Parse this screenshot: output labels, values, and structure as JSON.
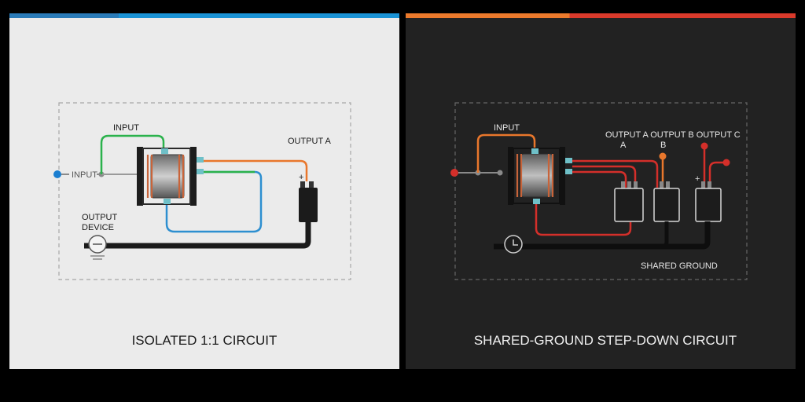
{
  "colors": {
    "left_bg": "#ebebeb",
    "right_bg": "#222222",
    "accent_left_a": "#2a7bb8",
    "accent_left_b": "#1a93d6",
    "accent_right_a": "#ec7a2c",
    "accent_right_b": "#d93a2b",
    "wire_green": "#2bb24c",
    "wire_blue": "#2d8fd0",
    "wire_orange": "#e9772c",
    "wire_red": "#d42f2a",
    "copper": "#c8643a"
  },
  "left_panel": {
    "caption": "ISOLATED 1:1 CIRCUIT",
    "labels": {
      "input_top": "INPUT",
      "input_side": "INPUT",
      "output_a": "OUTPUT A",
      "output_device_line1": "OUTPUT",
      "output_device_line2": "DEVICE",
      "plus": "+"
    }
  },
  "right_panel": {
    "caption": "SHARED-GROUND STEP-DOWN CIRCUIT",
    "labels": {
      "input": "INPUT",
      "outputs_line1": "OUTPUT A OUTPUT B OUTPUT C",
      "output_a_letter": "A",
      "output_b_letter": "B",
      "plus": "+",
      "shared_ground": "SHARED GROUND"
    }
  }
}
